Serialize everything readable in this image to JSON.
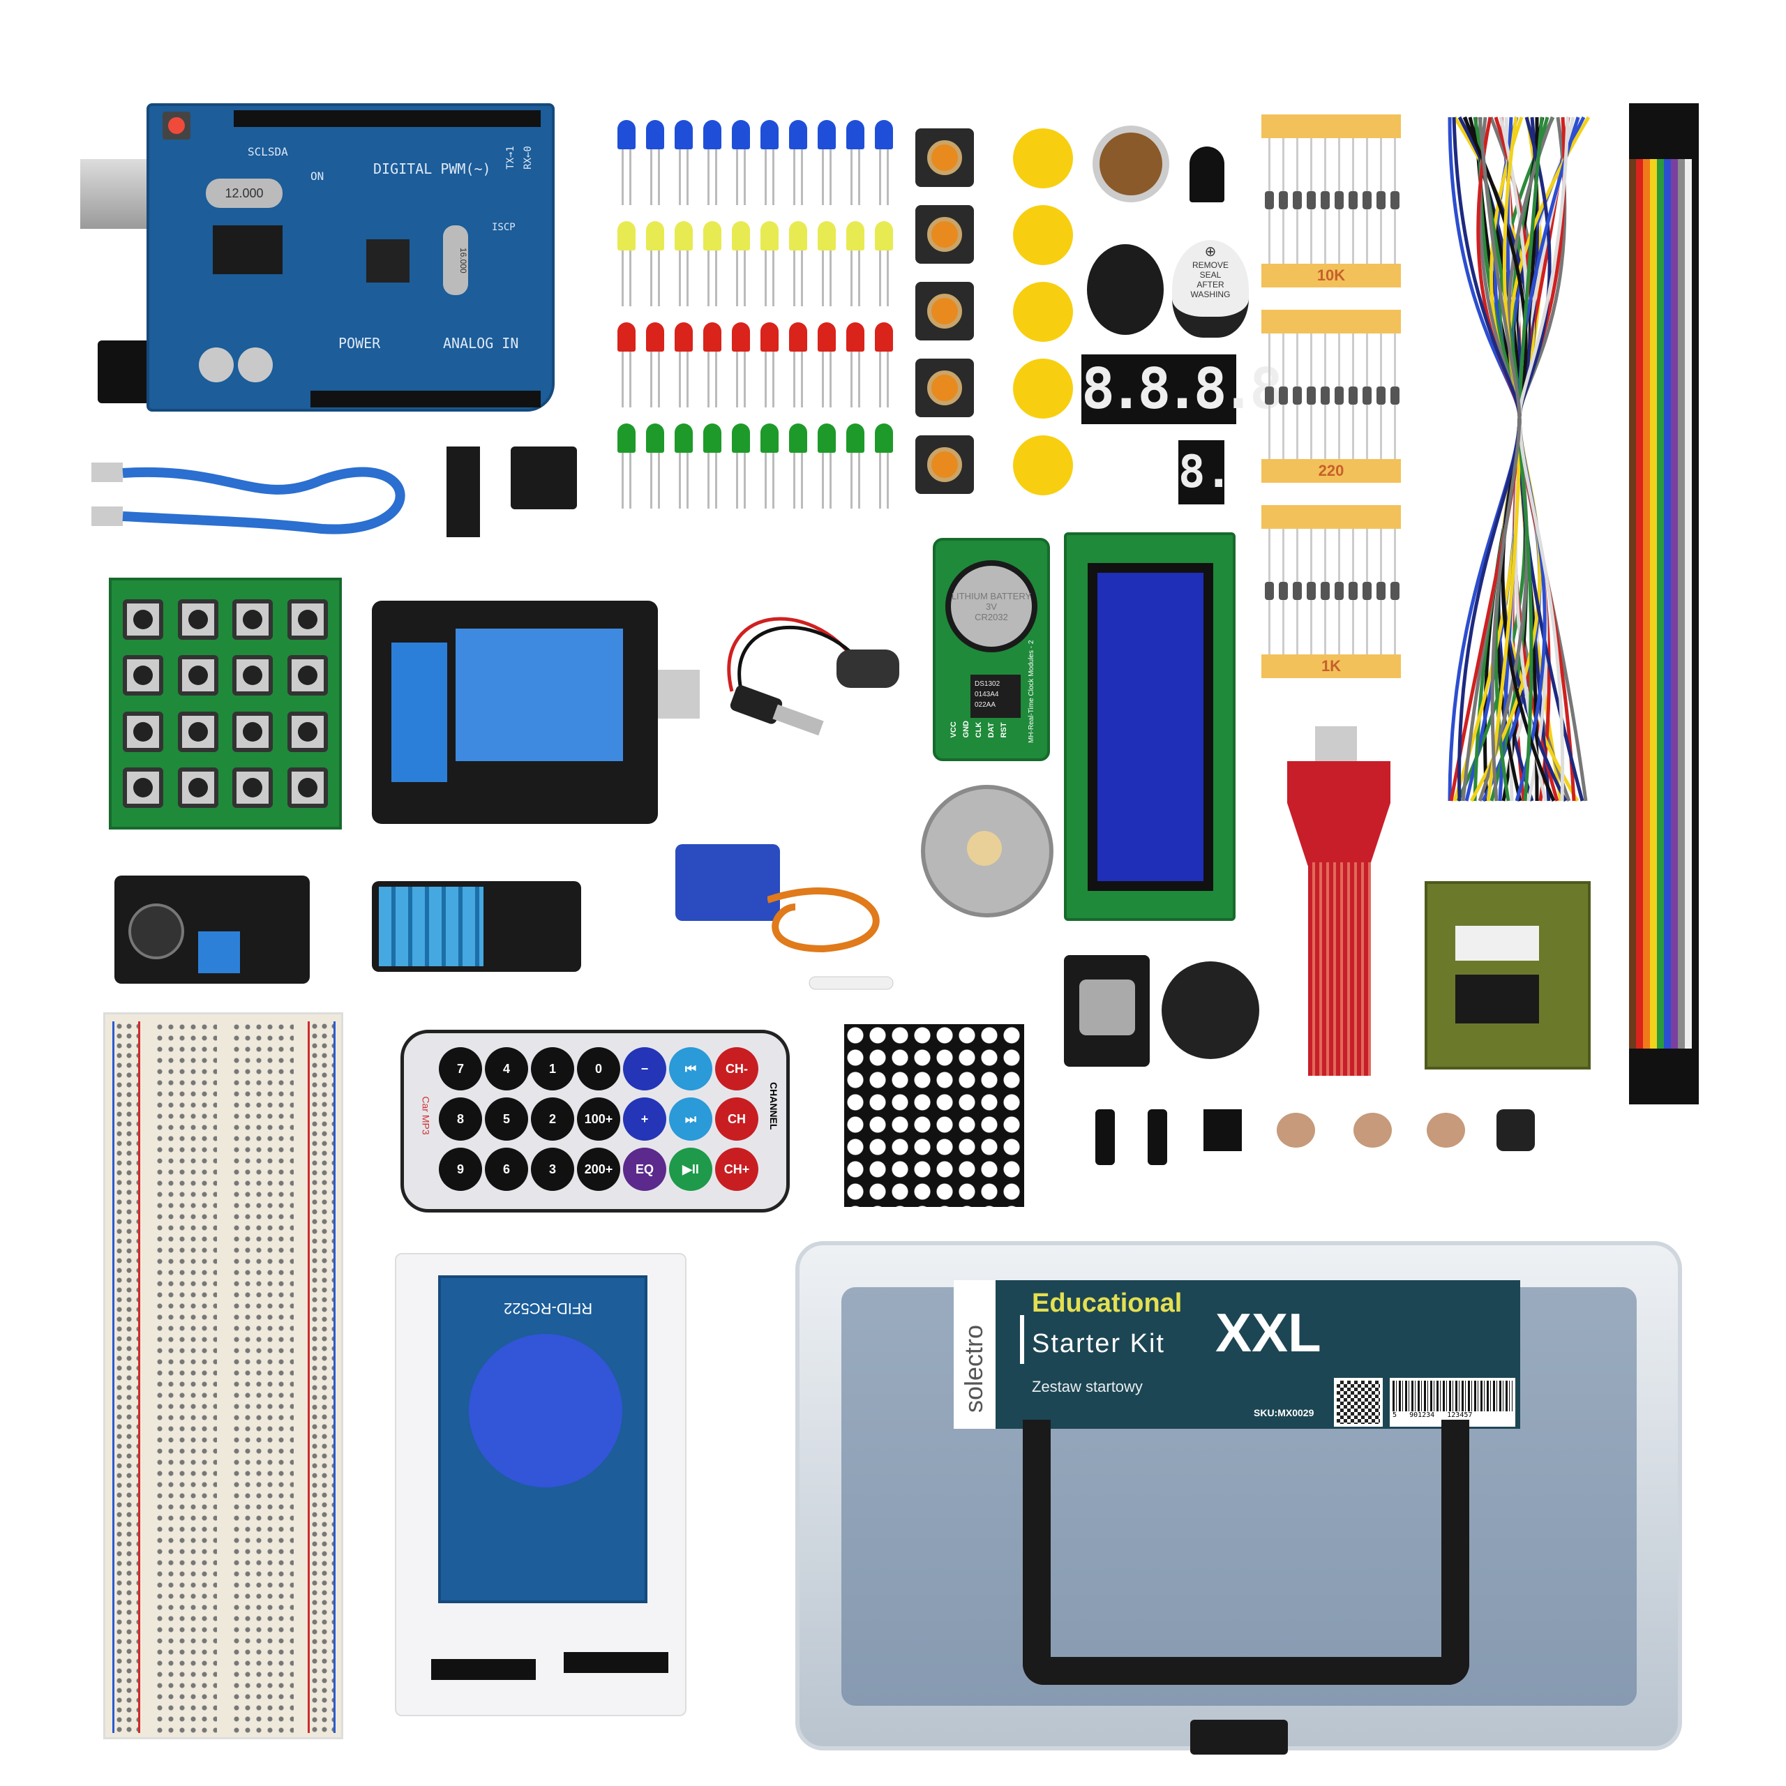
{
  "arduino": {
    "labels": {
      "digital": "DIGITAL PWM(~)",
      "power": "POWER",
      "analog": "ANALOG IN",
      "crystal": "12.000",
      "crystal2": "16.000",
      "iscp": "ISCP",
      "tx": "TX→1",
      "rx": "RX←0",
      "on": "ON",
      "sclsda": "SCLSDA"
    },
    "board_color": "#1c5d9a"
  },
  "leds": {
    "colors": [
      "#1f4fd8",
      "#e8ea52",
      "#d9231b",
      "#1e9a2a"
    ],
    "per_row": 10
  },
  "buttons_count": 5,
  "display": {
    "four_digit": "8.8.8.8",
    "one_digit": "8."
  },
  "buzzer": {
    "seal_text": [
      "REMOVE",
      "SEAL",
      "AFTER",
      "WASHING"
    ],
    "symbol": "⊕"
  },
  "resistors": [
    {
      "label": "10K"
    },
    {
      "label": "220"
    },
    {
      "label": "1K"
    }
  ],
  "rtc": {
    "chip": [
      "DS1302",
      "0143A4",
      "022AA"
    ],
    "battery": "CR2032",
    "battery_type": "LITHIUM BATTERY 3V",
    "side_label": "MH-Real-Time Clock Modules - 2",
    "pins": [
      "VCC",
      "GND",
      "CLK",
      "DAT",
      "RST"
    ]
  },
  "remote": {
    "brand": "Car MP3",
    "channel_label": "CHANNEL",
    "rows": [
      [
        {
          "t": "7",
          "c": "#111"
        },
        {
          "t": "4",
          "c": "#111"
        },
        {
          "t": "1",
          "c": "#111"
        },
        {
          "t": "0",
          "c": "#111"
        },
        {
          "t": "−",
          "c": "#2435b8"
        },
        {
          "t": "⏮",
          "c": "#2a9ad8"
        },
        {
          "t": "CH-",
          "c": "#c81e22"
        }
      ],
      [
        {
          "t": "8",
          "c": "#111"
        },
        {
          "t": "5",
          "c": "#111"
        },
        {
          "t": "2",
          "c": "#111"
        },
        {
          "t": "100+",
          "c": "#111"
        },
        {
          "t": "+",
          "c": "#2435b8"
        },
        {
          "t": "⏭",
          "c": "#2a9ad8"
        },
        {
          "t": "CH",
          "c": "#c81e22"
        }
      ],
      [
        {
          "t": "9",
          "c": "#111"
        },
        {
          "t": "6",
          "c": "#111"
        },
        {
          "t": "3",
          "c": "#111"
        },
        {
          "t": "200+",
          "c": "#111"
        },
        {
          "t": "EQ",
          "c": "#5b2a8c"
        },
        {
          "t": "▶II",
          "c": "#1e9a4a"
        },
        {
          "t": "CH+",
          "c": "#c81e22"
        }
      ]
    ]
  },
  "rfid": {
    "label": "RFID-RC522"
  },
  "box": {
    "brand": "solectro",
    "title_line1": "Educational",
    "title_line2": "Starter Kit",
    "size": "XXL",
    "subtitle": "Zestaw startowy",
    "sku": "SKU:MX0029",
    "barcode": "5   901234   123457",
    "accent": "#e4e050",
    "label_bg": "#1d4654"
  },
  "ribbon_colors": [
    "#6b3b1c",
    "#d9231b",
    "#f07a1a",
    "#f2d21a",
    "#2a9a3a",
    "#2c4ed0",
    "#7b3fa0",
    "#8a8a8a",
    "#eeeeee",
    "#111111"
  ]
}
